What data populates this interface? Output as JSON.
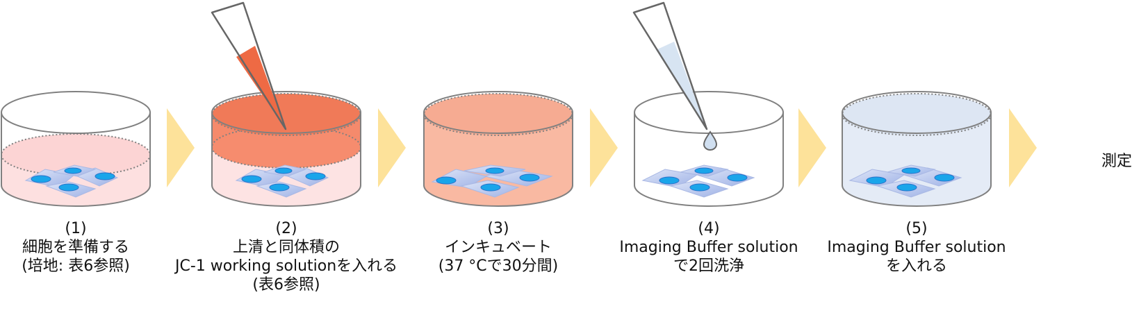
{
  "steps": [
    {
      "number": "(1)",
      "lines": [
        "細胞を準備する",
        "(培地: 表6参照)"
      ]
    },
    {
      "number": "(2)",
      "lines": [
        "上清と同体積の",
        "JC-1 working solutionを入れる",
        "(表6参照)"
      ]
    },
    {
      "number": "(3)",
      "lines": [
        "インキュベート",
        "(37 °Cで30分間)"
      ]
    },
    {
      "number": "(4)",
      "lines": [
        "Imaging Buffer solution",
        "で2回洗浄"
      ]
    },
    {
      "number": "(5)",
      "lines": [
        "Imaging Buffer solution",
        "を入れる"
      ]
    }
  ],
  "final_label": "測定",
  "colors": {
    "dish_outline": "#808080",
    "medium_pink": "#fde0e0",
    "jc1_orange": "#f58a6c",
    "jc1_dark": "#f07a58",
    "incubated_salmon": "#f9b9a2",
    "buffer_blue": "#e4ebf6",
    "pipette_liquid_orange": "#ee6a44",
    "pipette_liquid_blue": "#d7e4f2",
    "cell_body": "#c4d2f0",
    "nucleus": "#1aa5ea",
    "arrow": "#fde29a"
  }
}
